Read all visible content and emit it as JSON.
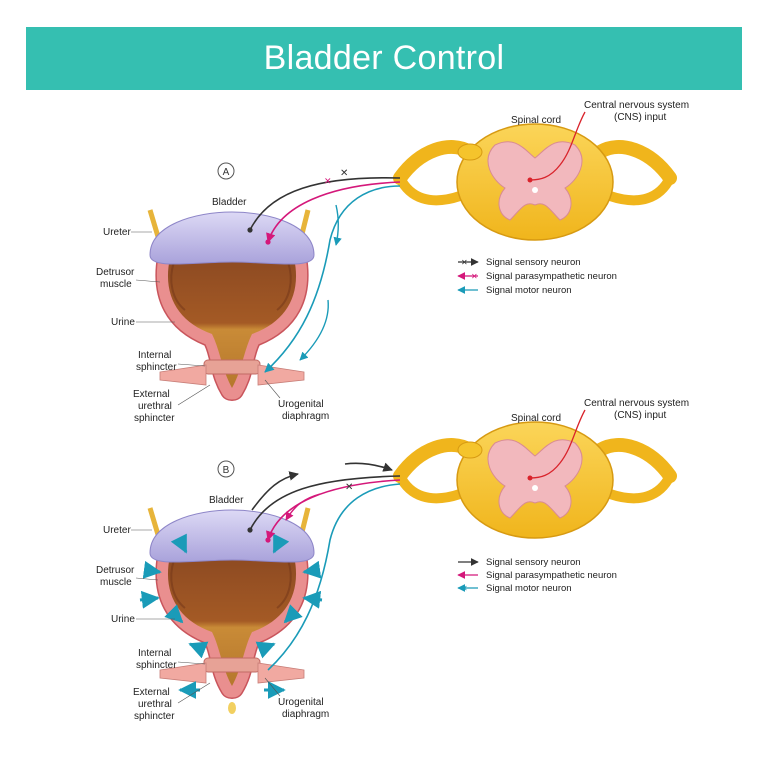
{
  "title": "Bladder Control",
  "panels": [
    {
      "badge": "A",
      "labels": {
        "bladder": "Bladder",
        "ureter": "Ureter",
        "detrusor": [
          "Detrusor",
          "muscle"
        ],
        "urine": "Urine",
        "internal_sphincter": [
          "Internal",
          "sphincter"
        ],
        "external_sphincter": [
          "External",
          "urethral",
          "sphincter"
        ],
        "urogenital": [
          "Urogenital",
          "diaphragm"
        ],
        "spinal_cord": "Spinal cord",
        "cns": [
          "Central nervous system",
          "(CNS) input"
        ]
      },
      "legend": [
        "Signal sensory neuron",
        "Signal parasympathetic neuron",
        "Signal motor neuron"
      ]
    },
    {
      "badge": "B",
      "labels": {
        "bladder": "Bladder",
        "ureter": "Ureter",
        "detrusor": [
          "Detrusor",
          "muscle"
        ],
        "urine": "Urine",
        "internal_sphincter": [
          "Internal",
          "sphincter"
        ],
        "external_sphincter": [
          "External",
          "urethral",
          "sphincter"
        ],
        "urogenital": [
          "Urogenital",
          "diaphragm"
        ],
        "spinal_cord": "Spinal cord",
        "cns": [
          "Central nervous system",
          "(CNS) input"
        ]
      },
      "legend": [
        "Signal sensory neuron",
        "Signal parasympathetic neuron",
        "Signal motor neuron"
      ]
    }
  ],
  "colors": {
    "banner": "#35bfb1",
    "sensory": "#333333",
    "parasympathetic": "#d4187a",
    "motor": "#1a9bb8",
    "cns_input": "#d9232b",
    "bladder_cap": "#c9c4ea",
    "wall": "#e98f8f",
    "urine": "#b9772d",
    "spinal_gray": "#f2b8bd",
    "spinal_white": "#f5c42c"
  }
}
